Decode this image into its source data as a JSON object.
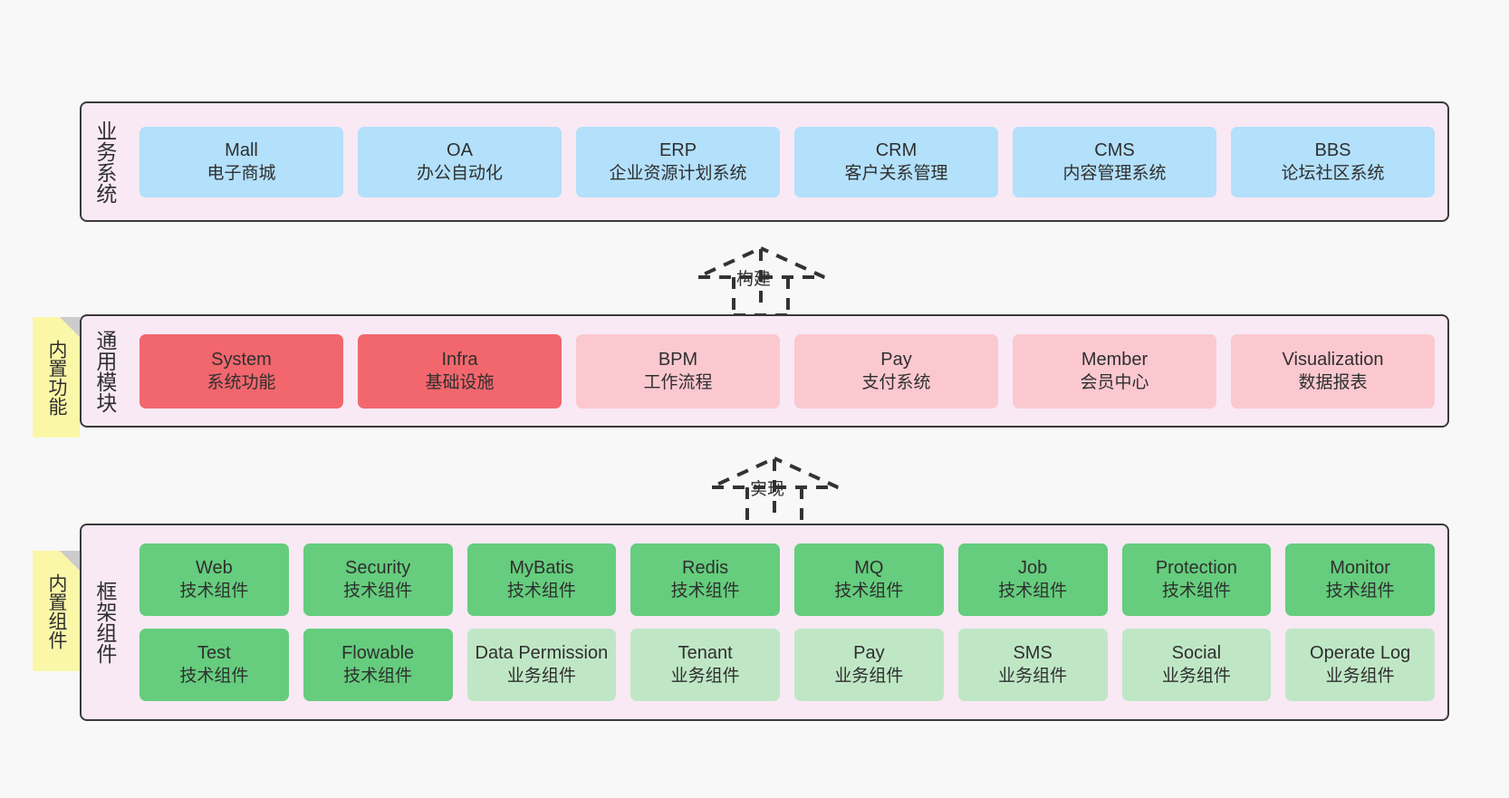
{
  "diagram": {
    "background_color": "#f8f8f8",
    "band_fill": "#f8e9f4",
    "band_border": "#3a3a3a",
    "note_color": "#faf7a8"
  },
  "bands": [
    {
      "id": "business-systems",
      "title": "业务系统",
      "card_color": "#b3e0fb",
      "rows": [
        [
          {
            "name": "Mall",
            "desc": "电子商城"
          },
          {
            "name": "OA",
            "desc": "办公自动化"
          },
          {
            "name": "ERP",
            "desc": "企业资源计划系统"
          },
          {
            "name": "CRM",
            "desc": "客户关系管理"
          },
          {
            "name": "CMS",
            "desc": "内容管理系统"
          },
          {
            "name": "BBS",
            "desc": "论坛社区系统"
          }
        ]
      ]
    },
    {
      "id": "common-modules",
      "title": "通用模块",
      "note": "内置功能",
      "rows": [
        [
          {
            "name": "System",
            "desc": "系统功能",
            "color": "#f2676d"
          },
          {
            "name": "Infra",
            "desc": "基础设施",
            "color": "#f2676d"
          },
          {
            "name": "BPM",
            "desc": "工作流程",
            "color": "#fbc8d0"
          },
          {
            "name": "Pay",
            "desc": "支付系统",
            "color": "#fbc8d0"
          },
          {
            "name": "Member",
            "desc": "会员中心",
            "color": "#fbc8d0"
          },
          {
            "name": "Visualization",
            "desc": "数据报表",
            "color": "#fbc8d0"
          }
        ]
      ]
    },
    {
      "id": "framework-components",
      "title": "框架组件",
      "note": "内置组件",
      "rows": [
        [
          {
            "name": "Web",
            "desc": "技术组件",
            "color": "#65cd7d"
          },
          {
            "name": "Security",
            "desc": "技术组件",
            "color": "#65cd7d"
          },
          {
            "name": "MyBatis",
            "desc": "技术组件",
            "color": "#65cd7d"
          },
          {
            "name": "Redis",
            "desc": "技术组件",
            "color": "#65cd7d"
          },
          {
            "name": "MQ",
            "desc": "技术组件",
            "color": "#65cd7d"
          },
          {
            "name": "Job",
            "desc": "技术组件",
            "color": "#65cd7d"
          },
          {
            "name": "Protection",
            "desc": "技术组件",
            "color": "#65cd7d"
          },
          {
            "name": "Monitor",
            "desc": "技术组件",
            "color": "#65cd7d"
          }
        ],
        [
          {
            "name": "Test",
            "desc": "技术组件",
            "color": "#65cd7d"
          },
          {
            "name": "Flowable",
            "desc": "技术组件",
            "color": "#65cd7d"
          },
          {
            "name": "Data Permission",
            "desc": "业务组件",
            "color": "#bfe7c5"
          },
          {
            "name": "Tenant",
            "desc": "业务组件",
            "color": "#bfe7c5"
          },
          {
            "name": "Pay",
            "desc": "业务组件",
            "color": "#bfe7c5"
          },
          {
            "name": "SMS",
            "desc": "业务组件",
            "color": "#bfe7c5"
          },
          {
            "name": "Social",
            "desc": "业务组件",
            "color": "#bfe7c5"
          },
          {
            "name": "Operate Log",
            "desc": "业务组件",
            "color": "#bfe7c5"
          }
        ]
      ]
    }
  ],
  "connectors": [
    {
      "id": "build",
      "label": "构建",
      "style": "dashed-generalization"
    },
    {
      "id": "implement",
      "label": "实现",
      "style": "dashed-generalization"
    }
  ]
}
